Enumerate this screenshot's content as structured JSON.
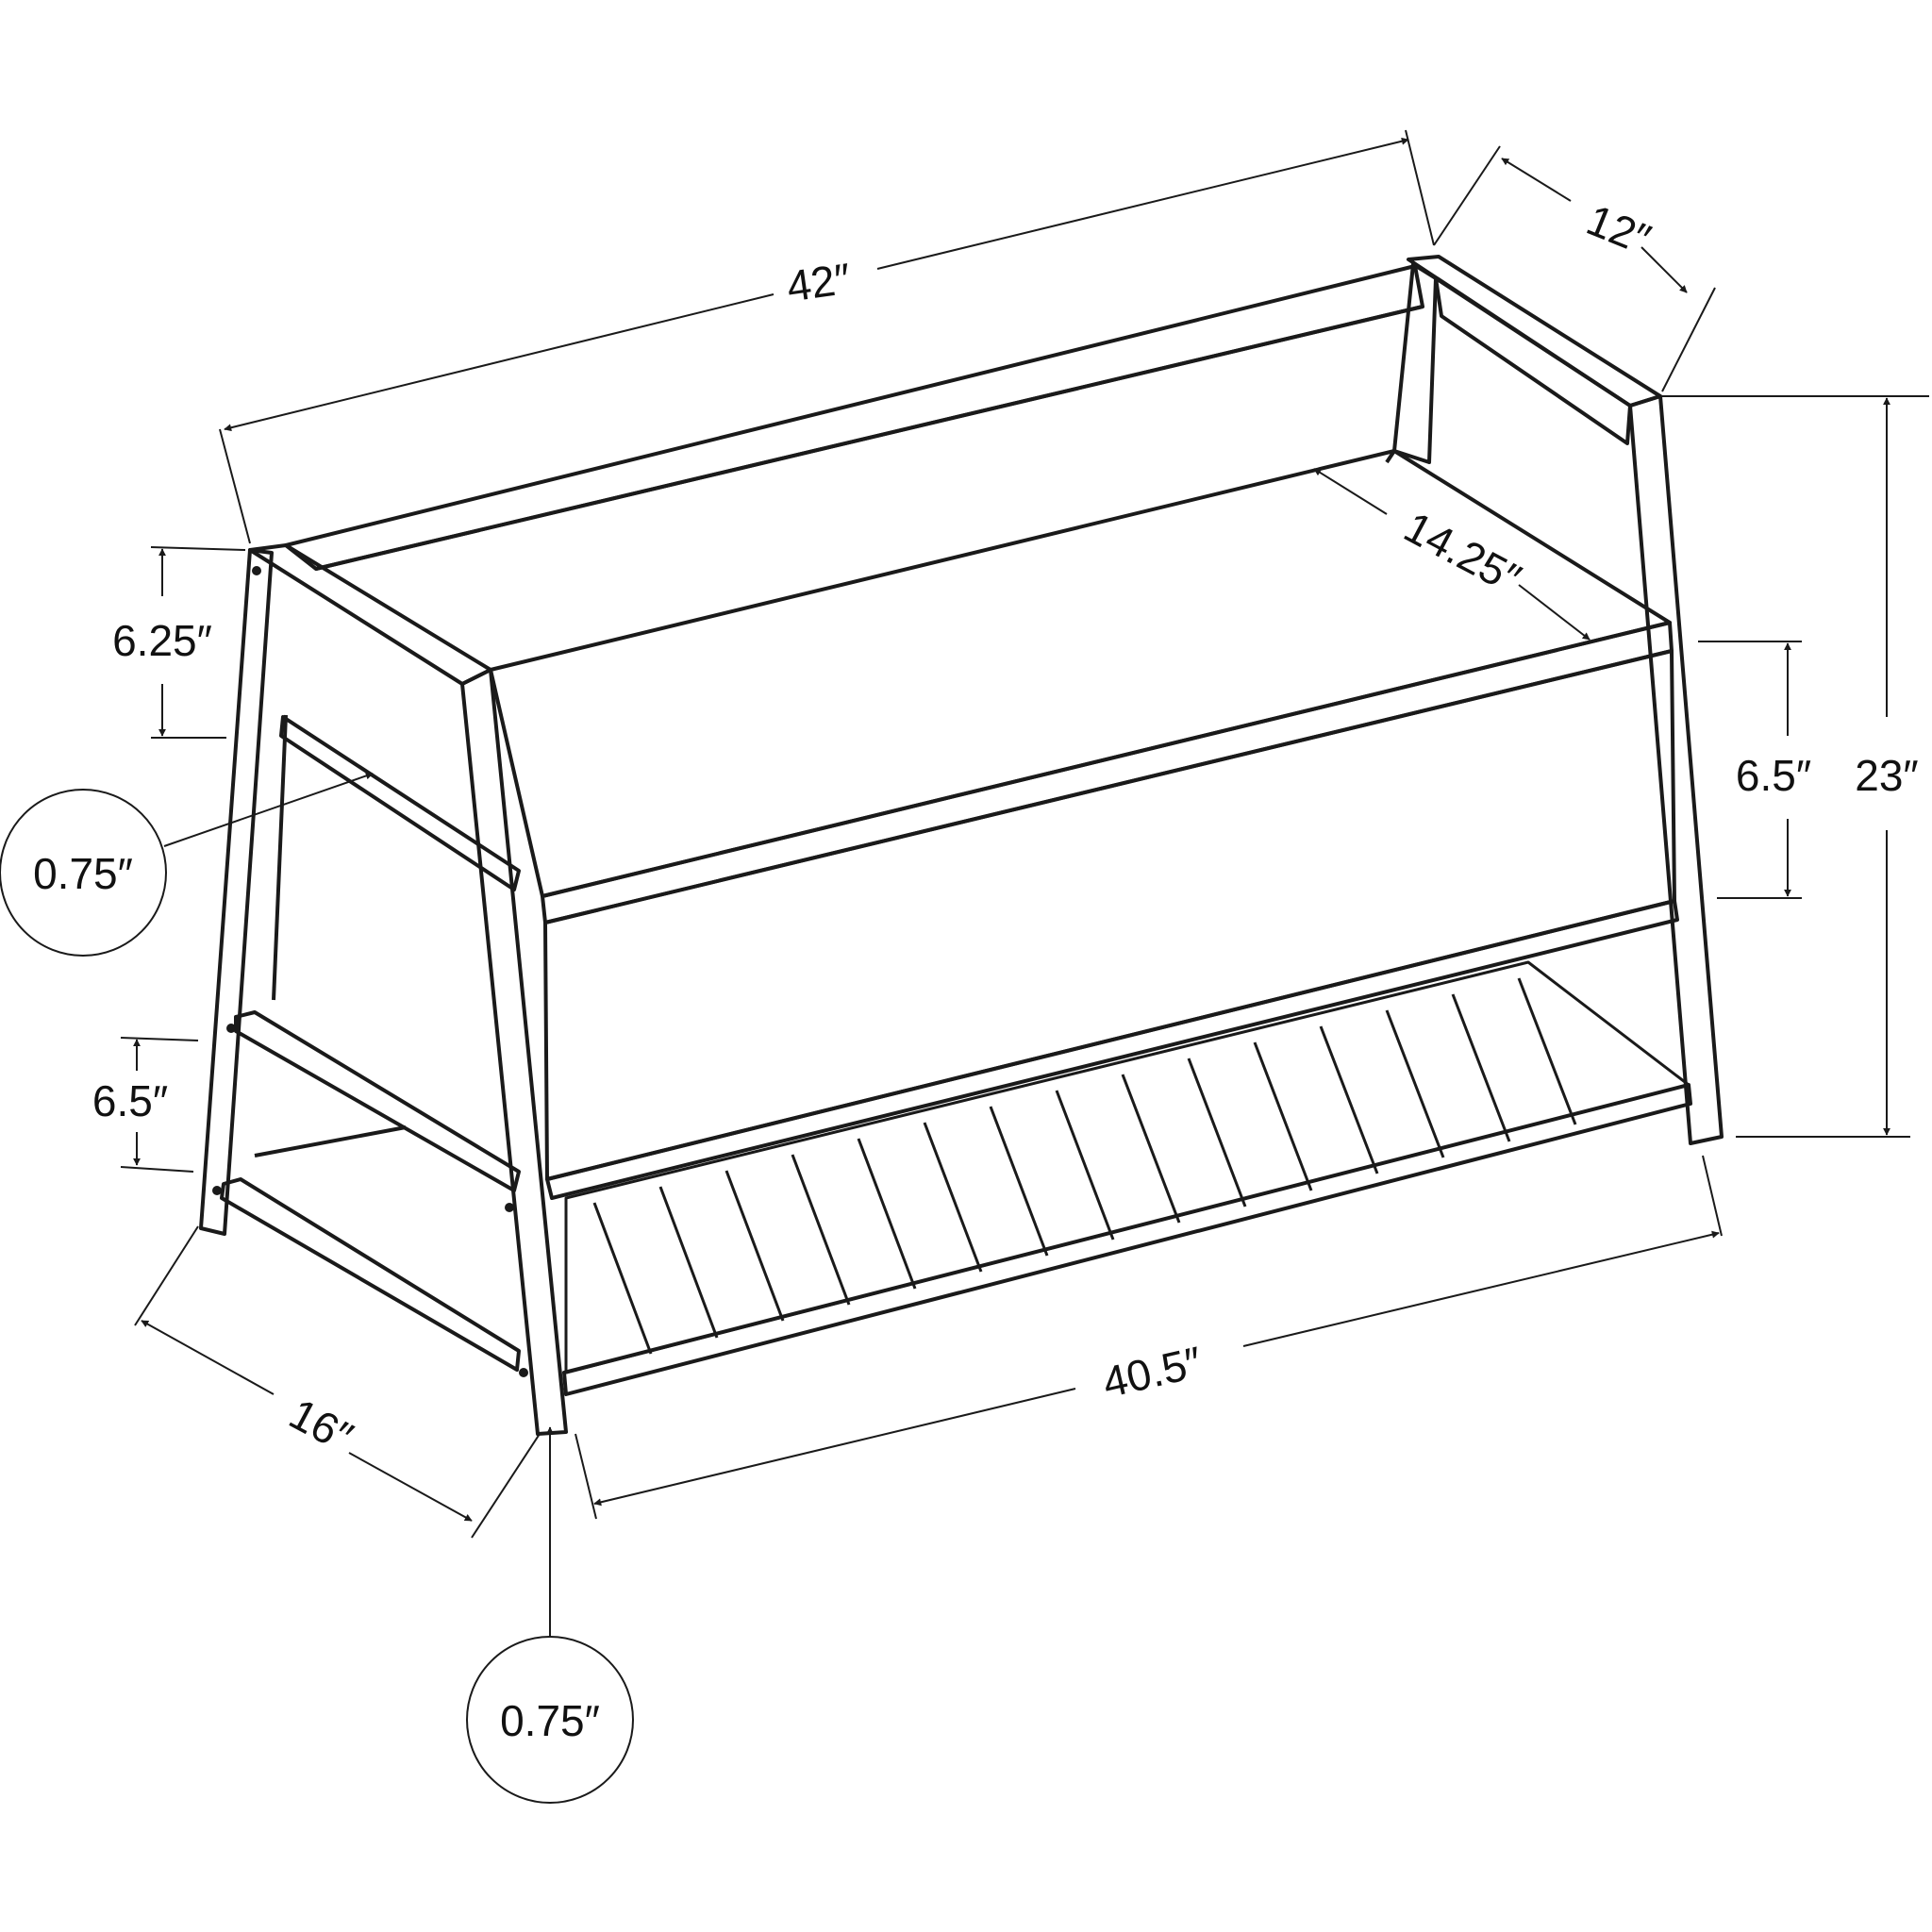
{
  "diagram": {
    "stroke_color": "#1a1a1a",
    "background": "#ffffff",
    "dimensions": {
      "overall_width": "42″",
      "overall_depth": "12″",
      "overall_height": "23″",
      "drawer_depth": "14.25″",
      "drawer_height": "6.5″",
      "top_gap": "6.25″",
      "shelf_gap": "6.5″",
      "inner_width": "40.5″",
      "base_depth": "16″"
    },
    "callouts": {
      "frame_thickness": "0.75″",
      "leg_thickness": "0.75″"
    }
  }
}
